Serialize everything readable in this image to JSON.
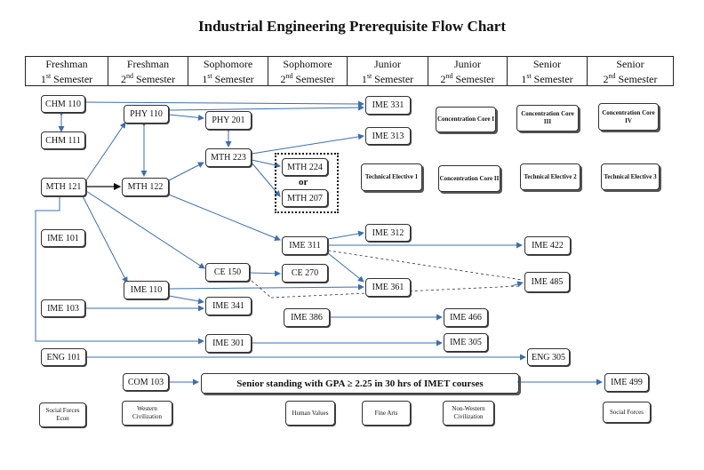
{
  "title": "Industrial Engineering Prerequisite Flow Chart",
  "semesters": [
    {
      "l1": "Freshman",
      "l2a": "1",
      "sup": "st",
      "l2b": " Semester"
    },
    {
      "l1": "Freshman",
      "l2a": "2",
      "sup": "nd",
      "l2b": " Semester"
    },
    {
      "l1": "Sophomore",
      "l2a": "1",
      "sup": "st",
      "l2b": " Semester"
    },
    {
      "l1": "Sophomore",
      "l2a": "2",
      "sup": "nd",
      "l2b": " Semester"
    },
    {
      "l1": "Junior",
      "l2a": "1",
      "sup": "st",
      "l2b": " Semester"
    },
    {
      "l1": "Junior",
      "l2a": "2",
      "sup": "nd",
      "l2b": " Semester"
    },
    {
      "l1": "Senior",
      "l2a": "1",
      "sup": "st",
      "l2b": " Semester"
    },
    {
      "l1": "Senior",
      "l2a": "2",
      "sup": "nd",
      "l2b": " Semester"
    }
  ],
  "courses": {
    "chm110": "CHM 110",
    "chm111": "CHM 111",
    "mth121": "MTH 121",
    "ime101": "IME 101",
    "ime103": "IME 103",
    "eng101": "ENG 101",
    "phy110": "PHY 110",
    "mth122": "MTH 122",
    "ime110": "IME 110",
    "com103": "COM 103",
    "phy201": "PHY 201",
    "mth223": "MTH 223",
    "ce150": "CE 150",
    "ime341": "IME 341",
    "ime301": "IME 301",
    "mth224": "MTH 224",
    "mth207": "MTH 207",
    "ce270": "CE 270",
    "ime311": "IME 311",
    "ime386": "IME 386",
    "ime331": "IME 331",
    "ime313": "IME 313",
    "ime312": "IME 312",
    "ime361": "IME 361",
    "ime466": "IME 466",
    "ime305": "IME 305",
    "ime422": "IME 422",
    "ime485": "IME 485",
    "eng305": "ENG 305",
    "ime499": "IME 499"
  },
  "or_label": "or",
  "electives": {
    "conc1": "Concentration Core I",
    "conc2": "Concentration Core II",
    "conc3": "Concentration Core III",
    "conc4": "Concentration Core IV",
    "tech1": "Technical Elective 1",
    "tech2": "Technical Elective 2",
    "tech3": "Technical Elective 3"
  },
  "gen_ed": {
    "social_econ": "Social Forces Econ",
    "western": "Western Civilization",
    "human_values": "Human Values",
    "fine_arts": "Fine Arts",
    "non_western": "Non-Western Civilization",
    "social_forces": "Social Forces"
  },
  "banner": "Senior standing with GPA ≥ 2.25 in 30 hrs of IMET courses",
  "colors": {
    "arrow": "#3a6fb0",
    "black_arrow": "#111111",
    "border": "#333333"
  }
}
